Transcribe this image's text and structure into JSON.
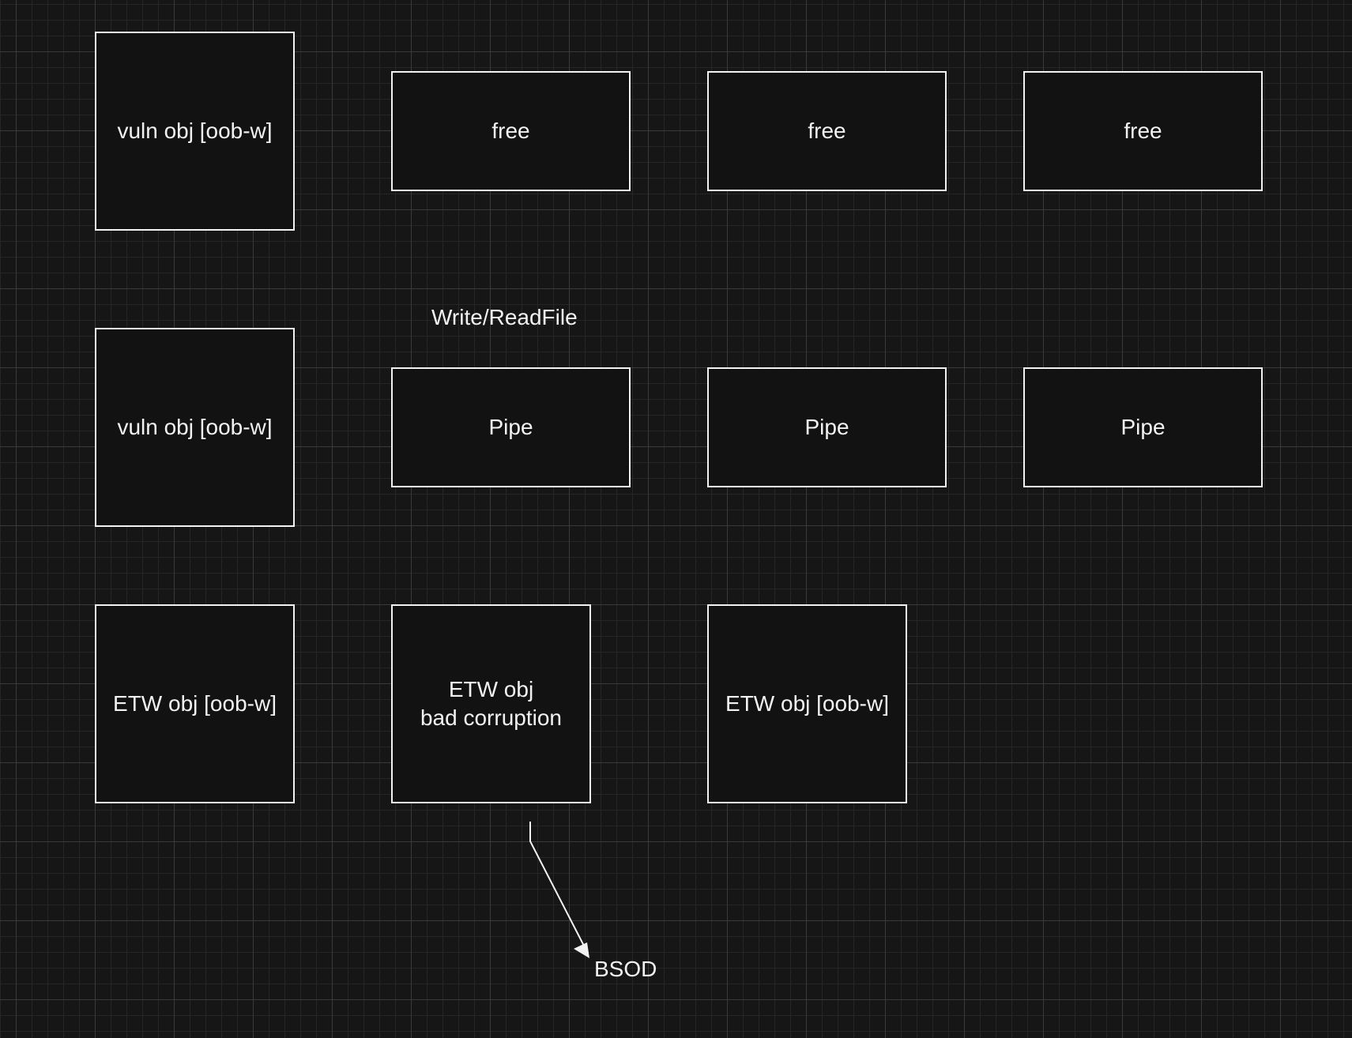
{
  "colors": {
    "background": "#161616",
    "grid_major": "#3a3a3a",
    "grid_minor": "#262626",
    "node_fill": "#121212",
    "stroke": "#f2f2f2",
    "text": "#f2f2f2"
  },
  "rows": {
    "row1": {
      "vuln": "vuln obj [oob-w]",
      "free1": "free",
      "free2": "free",
      "free3": "free"
    },
    "row2": {
      "label": "Write/ReadFile",
      "vuln": "vuln obj [oob-w]",
      "pipe1": "Pipe",
      "pipe2": "Pipe",
      "pipe3": "Pipe"
    },
    "row3": {
      "etw1": "ETW obj [oob-w]",
      "etw_bad": "ETW obj\nbad corruption",
      "etw2": "ETW obj [oob-w]",
      "bsod": "BSOD"
    }
  },
  "edges": [
    {
      "from": "etw-bad-corruption-box",
      "to": "bsod-label",
      "type": "arrow"
    }
  ]
}
